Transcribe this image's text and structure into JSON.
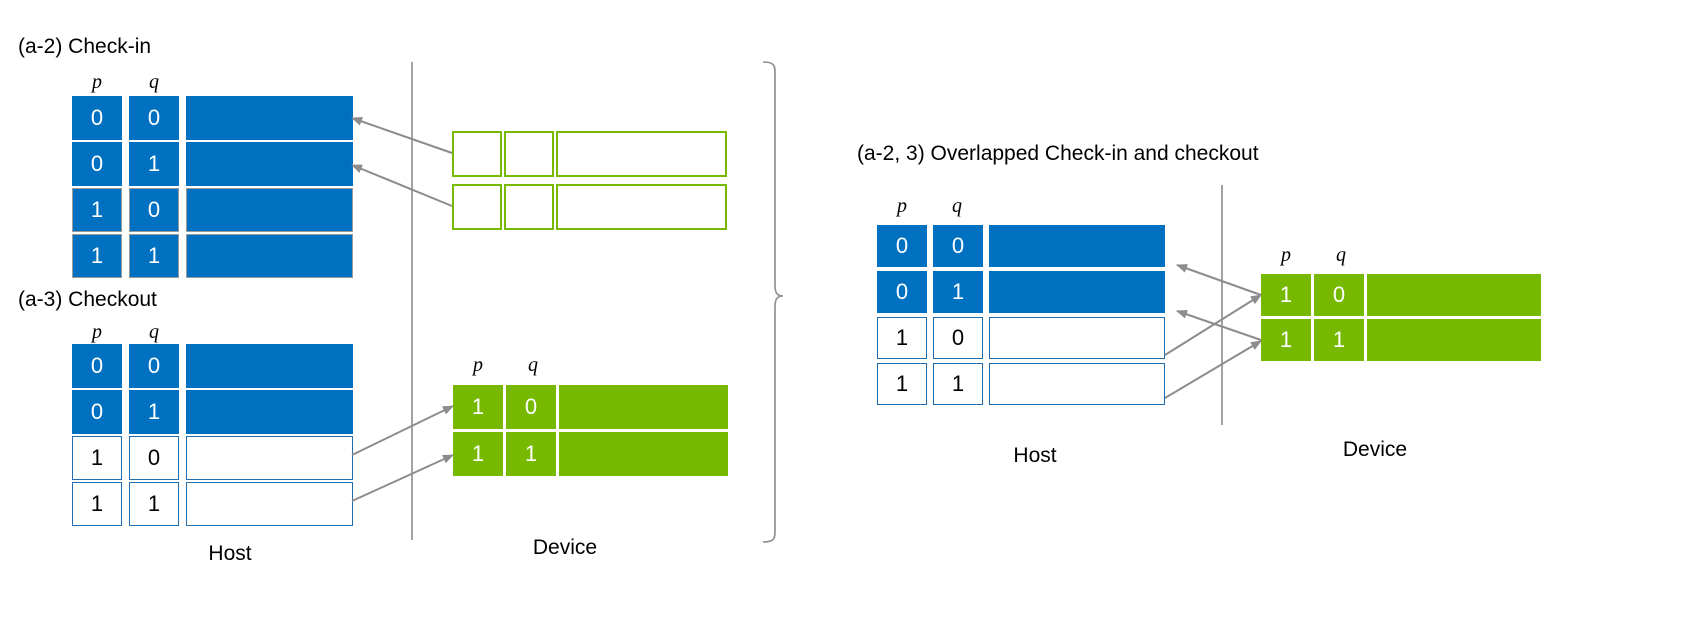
{
  "figure": {
    "colors": {
      "blue_fill": "#0070C0",
      "blue_outline": "#1F6FB2",
      "green_fill": "#76B900",
      "green_outline": "#76B900",
      "arrow_gray": "#8C8C8C",
      "divider_gray": "#8C8C8C",
      "cell_border_gray": "#9B9B9B"
    },
    "column_headers": {
      "p": "p",
      "q": "q"
    },
    "endpoint_labels": {
      "host": "Host",
      "device": "Device"
    }
  },
  "panel_checkin": {
    "title": "(a-2) Check-in",
    "host_header_p": "p",
    "host_header_q": "q",
    "host_rows": [
      {
        "p": "0",
        "q": "0",
        "style": "blue-fill"
      },
      {
        "p": "0",
        "q": "1",
        "style": "blue-fill"
      },
      {
        "p": "1",
        "q": "0",
        "style": "blue-fill-bordered"
      },
      {
        "p": "1",
        "q": "1",
        "style": "blue-fill-bordered"
      }
    ],
    "device_rows": [
      {
        "p": "",
        "q": "",
        "style": "green-outline"
      },
      {
        "p": "",
        "q": "",
        "style": "green-outline"
      }
    ],
    "arrows": [
      {
        "from": "device-row-1",
        "to": "host-row-1"
      },
      {
        "from": "device-row-2",
        "to": "host-row-2"
      }
    ]
  },
  "panel_checkout": {
    "title": "(a-3) Checkout",
    "host_header_p": "p",
    "host_header_q": "q",
    "device_header_p": "p",
    "device_header_q": "q",
    "host_rows": [
      {
        "p": "0",
        "q": "0",
        "style": "blue-fill"
      },
      {
        "p": "0",
        "q": "1",
        "style": "blue-fill"
      },
      {
        "p": "1",
        "q": "0",
        "style": "blue-outline"
      },
      {
        "p": "1",
        "q": "1",
        "style": "blue-outline"
      }
    ],
    "device_rows": [
      {
        "p": "1",
        "q": "0",
        "style": "green-fill"
      },
      {
        "p": "1",
        "q": "1",
        "style": "green-fill"
      }
    ],
    "arrows": [
      {
        "from": "host-row-3",
        "to": "device-row-1"
      },
      {
        "from": "host-row-4",
        "to": "device-row-2"
      }
    ],
    "host_label": "Host",
    "device_label": "Device"
  },
  "panel_overlapped": {
    "title": "(a-2, 3) Overlapped Check-in and checkout",
    "host_header_p": "p",
    "host_header_q": "q",
    "device_header_p": "p",
    "device_header_q": "q",
    "host_rows": [
      {
        "p": "0",
        "q": "0",
        "style": "blue-fill"
      },
      {
        "p": "0",
        "q": "1",
        "style": "blue-fill"
      },
      {
        "p": "1",
        "q": "0",
        "style": "blue-outline"
      },
      {
        "p": "1",
        "q": "1",
        "style": "blue-outline"
      }
    ],
    "device_rows": [
      {
        "p": "1",
        "q": "0",
        "style": "green-fill"
      },
      {
        "p": "1",
        "q": "1",
        "style": "green-fill"
      }
    ],
    "arrows": [
      {
        "from": "device-row-1",
        "to": "host-row-1"
      },
      {
        "from": "device-row-2",
        "to": "host-row-2"
      },
      {
        "from": "host-row-3",
        "to": "device-row-1"
      },
      {
        "from": "host-row-4",
        "to": "device-row-2"
      }
    ],
    "host_label": "Host",
    "device_label": "Device"
  }
}
